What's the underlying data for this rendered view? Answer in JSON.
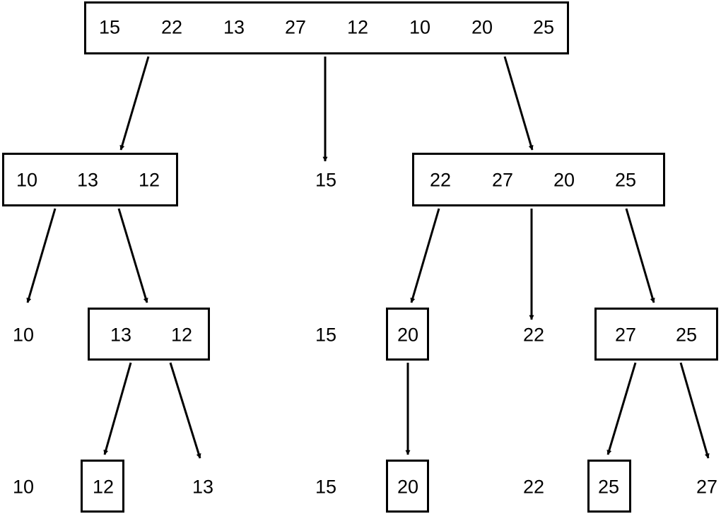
{
  "diagram": {
    "levels": [
      {
        "nodes": [
          {
            "id": "L0-root",
            "boxed": true,
            "values": [
              "15",
              "22",
              "13",
              "27",
              "12",
              "10",
              "20",
              "25"
            ]
          }
        ]
      },
      {
        "nodes": [
          {
            "id": "L1-left",
            "boxed": true,
            "values": [
              "10",
              "13",
              "12"
            ]
          },
          {
            "id": "L1-pivot",
            "boxed": false,
            "values": [
              "15"
            ]
          },
          {
            "id": "L1-right",
            "boxed": true,
            "values": [
              "22",
              "27",
              "20",
              "25"
            ]
          }
        ]
      },
      {
        "nodes": [
          {
            "id": "L2-a",
            "boxed": false,
            "values": [
              "10"
            ]
          },
          {
            "id": "L2-b",
            "boxed": true,
            "values": [
              "13",
              "12"
            ]
          },
          {
            "id": "L2-c",
            "boxed": false,
            "values": [
              "15"
            ]
          },
          {
            "id": "L2-d",
            "boxed": true,
            "values": [
              "20"
            ]
          },
          {
            "id": "L2-e",
            "boxed": false,
            "values": [
              "22"
            ]
          },
          {
            "id": "L2-f",
            "boxed": true,
            "values": [
              "27",
              "25"
            ]
          }
        ]
      },
      {
        "nodes": [
          {
            "id": "L3-a",
            "boxed": false,
            "values": [
              "10"
            ]
          },
          {
            "id": "L3-b",
            "boxed": true,
            "values": [
              "12"
            ]
          },
          {
            "id": "L3-c",
            "boxed": false,
            "values": [
              "13"
            ]
          },
          {
            "id": "L3-d",
            "boxed": false,
            "values": [
              "15"
            ]
          },
          {
            "id": "L3-e",
            "boxed": true,
            "values": [
              "20"
            ]
          },
          {
            "id": "L3-f",
            "boxed": false,
            "values": [
              "22"
            ]
          },
          {
            "id": "L3-g",
            "boxed": true,
            "values": [
              "25"
            ]
          },
          {
            "id": "L3-h",
            "boxed": false,
            "values": [
              "27"
            ]
          }
        ]
      }
    ],
    "edges": [
      [
        "L0-root",
        "L1-left"
      ],
      [
        "L0-root",
        "L1-pivot"
      ],
      [
        "L0-root",
        "L1-right"
      ],
      [
        "L1-left",
        "L2-a"
      ],
      [
        "L1-left",
        "L2-b"
      ],
      [
        "L1-right",
        "L2-d"
      ],
      [
        "L1-right",
        "L2-e"
      ],
      [
        "L1-right",
        "L2-f"
      ],
      [
        "L2-b",
        "L3-b"
      ],
      [
        "L2-b",
        "L3-c"
      ],
      [
        "L2-d",
        "L3-e"
      ],
      [
        "L2-f",
        "L3-g"
      ],
      [
        "L2-f",
        "L3-h"
      ]
    ]
  }
}
